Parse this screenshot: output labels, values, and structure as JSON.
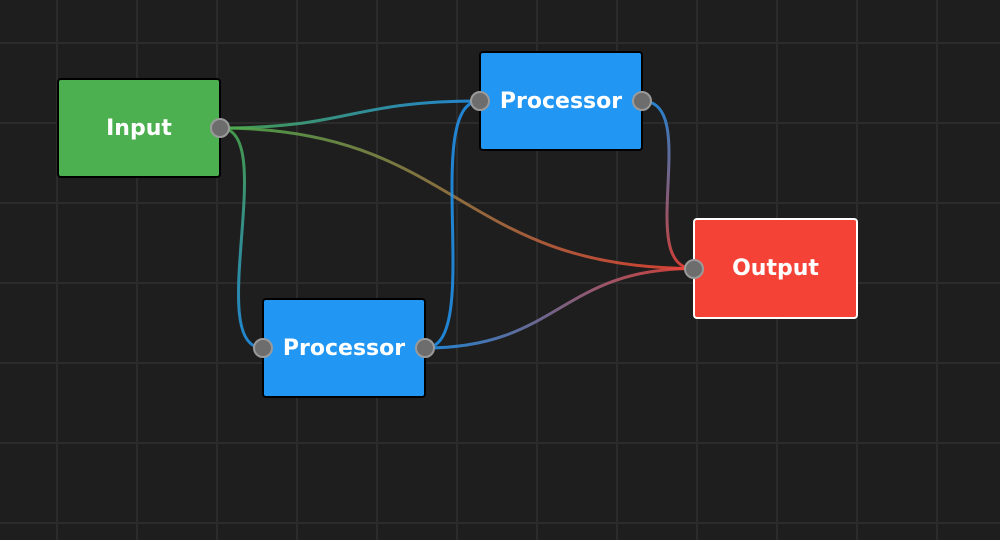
{
  "nodes": [
    {
      "id": "input",
      "label": "Input",
      "color": "#4caf50",
      "selected": false,
      "ports": [
        "out"
      ]
    },
    {
      "id": "proc1",
      "label": "Processor",
      "color": "#2196f3",
      "selected": false,
      "ports": [
        "in",
        "out"
      ]
    },
    {
      "id": "proc2",
      "label": "Processor",
      "color": "#2196f3",
      "selected": false,
      "ports": [
        "in",
        "out"
      ]
    },
    {
      "id": "output",
      "label": "Output",
      "color": "#f44336",
      "selected": true,
      "ports": [
        "in"
      ]
    }
  ],
  "edges": [
    {
      "from": "input",
      "to": "proc1"
    },
    {
      "from": "input",
      "to": "proc2"
    },
    {
      "from": "input",
      "to": "output"
    },
    {
      "from": "proc1",
      "to": "output"
    },
    {
      "from": "proc2",
      "to": "output"
    },
    {
      "from": "proc2",
      "to": "proc1"
    }
  ]
}
